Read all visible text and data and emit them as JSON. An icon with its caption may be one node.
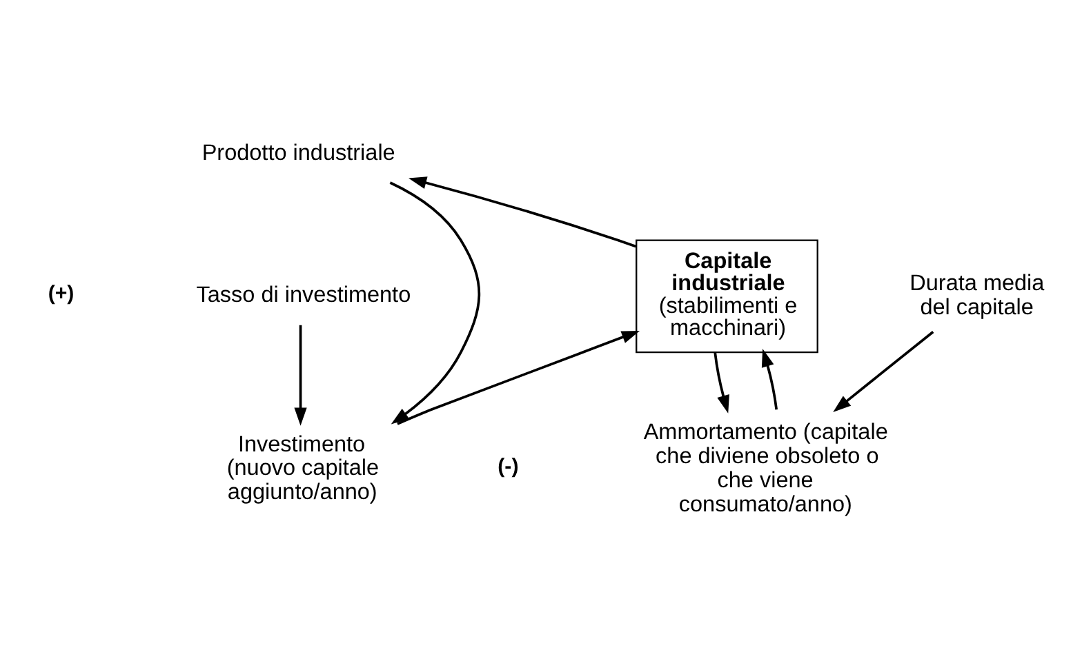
{
  "diagram": {
    "nodes": [
      {
        "text": [
          "Capitale industriale",
          "(stabilimenti e macchinari)"
        ]
      },
      {
        "text": [
          "Prodotto industriale"
        ]
      },
      {
        "text": [
          "Investimento (nuovo capitale aggiunto/anno)"
        ]
      },
      {
        "text": [
          "Ammortamento (capitale che diviene obsoleto o che viene consumato/anno)"
        ]
      },
      {
        "text": [
          "Tasso di investimento"
        ]
      },
      {
        "text": [
          "Durata media del capitale"
        ]
      }
    ],
    "edges": [
      {
        "from": 0,
        "to": 1,
        "arrow": "to"
      },
      {
        "from": 1,
        "to": 2,
        "arrow": "to"
      },
      {
        "from": 2,
        "to": 0,
        "arrow": "to"
      },
      {
        "from": 0,
        "to": 3,
        "arrow": "to"
      },
      {
        "from": 3,
        "to": 0,
        "arrow": "to"
      },
      {
        "from": 4,
        "to": 2,
        "arrow": "to"
      },
      {
        "from": 5,
        "to": 3,
        "arrow": "to"
      }
    ],
    "labels": [
      "(+)",
      "(-)"
    ]
  }
}
